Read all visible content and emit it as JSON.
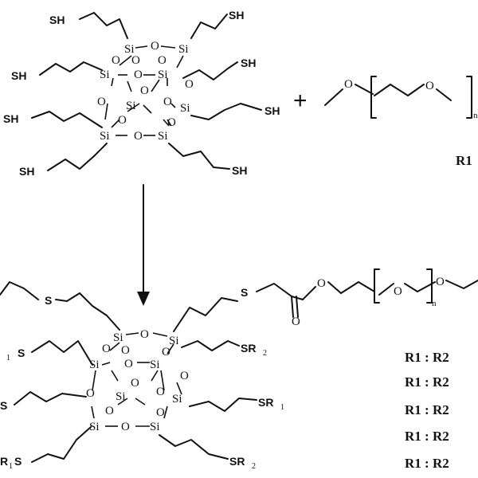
{
  "atoms": {
    "silicon": "Si",
    "oxygen": "O",
    "thiol": "SH",
    "sulfur": "S",
    "sr1": "SR",
    "sr2": "SR",
    "sub1": "1",
    "sub2": "2",
    "r1s": "R",
    "r1s_sub": "1",
    "r1s_s": "S",
    "o_label": "O",
    "n_repeat": "n"
  },
  "symbols": {
    "plus": "+"
  },
  "ratios": {
    "label": "R1",
    "rows": [
      "R1 : R2",
      "R1 : R2",
      "R1 : R2",
      "R1 : R2",
      "R1 : R2"
    ]
  }
}
